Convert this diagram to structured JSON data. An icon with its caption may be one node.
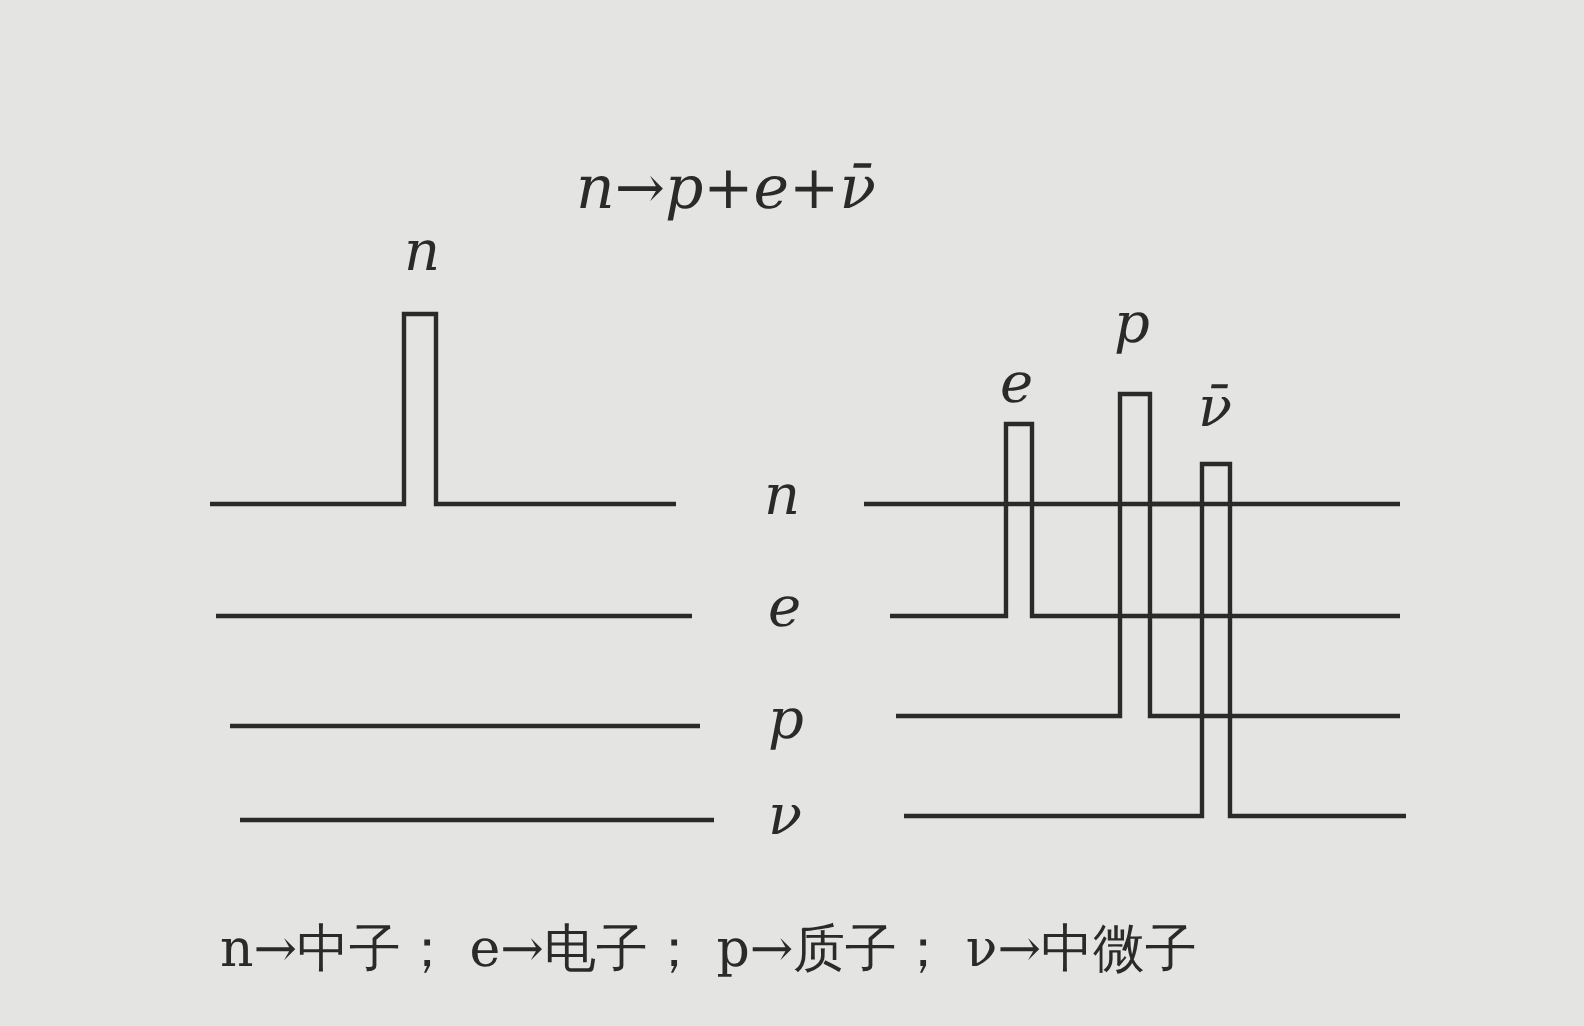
{
  "diagram": {
    "title": "n→p+e+ν̄",
    "labels": [
      "n",
      "n",
      "e",
      "p",
      "ν",
      "e",
      "p",
      "ν̄",
      "n→中子； e→电子； p→质子； ν→中微子"
    ]
  }
}
